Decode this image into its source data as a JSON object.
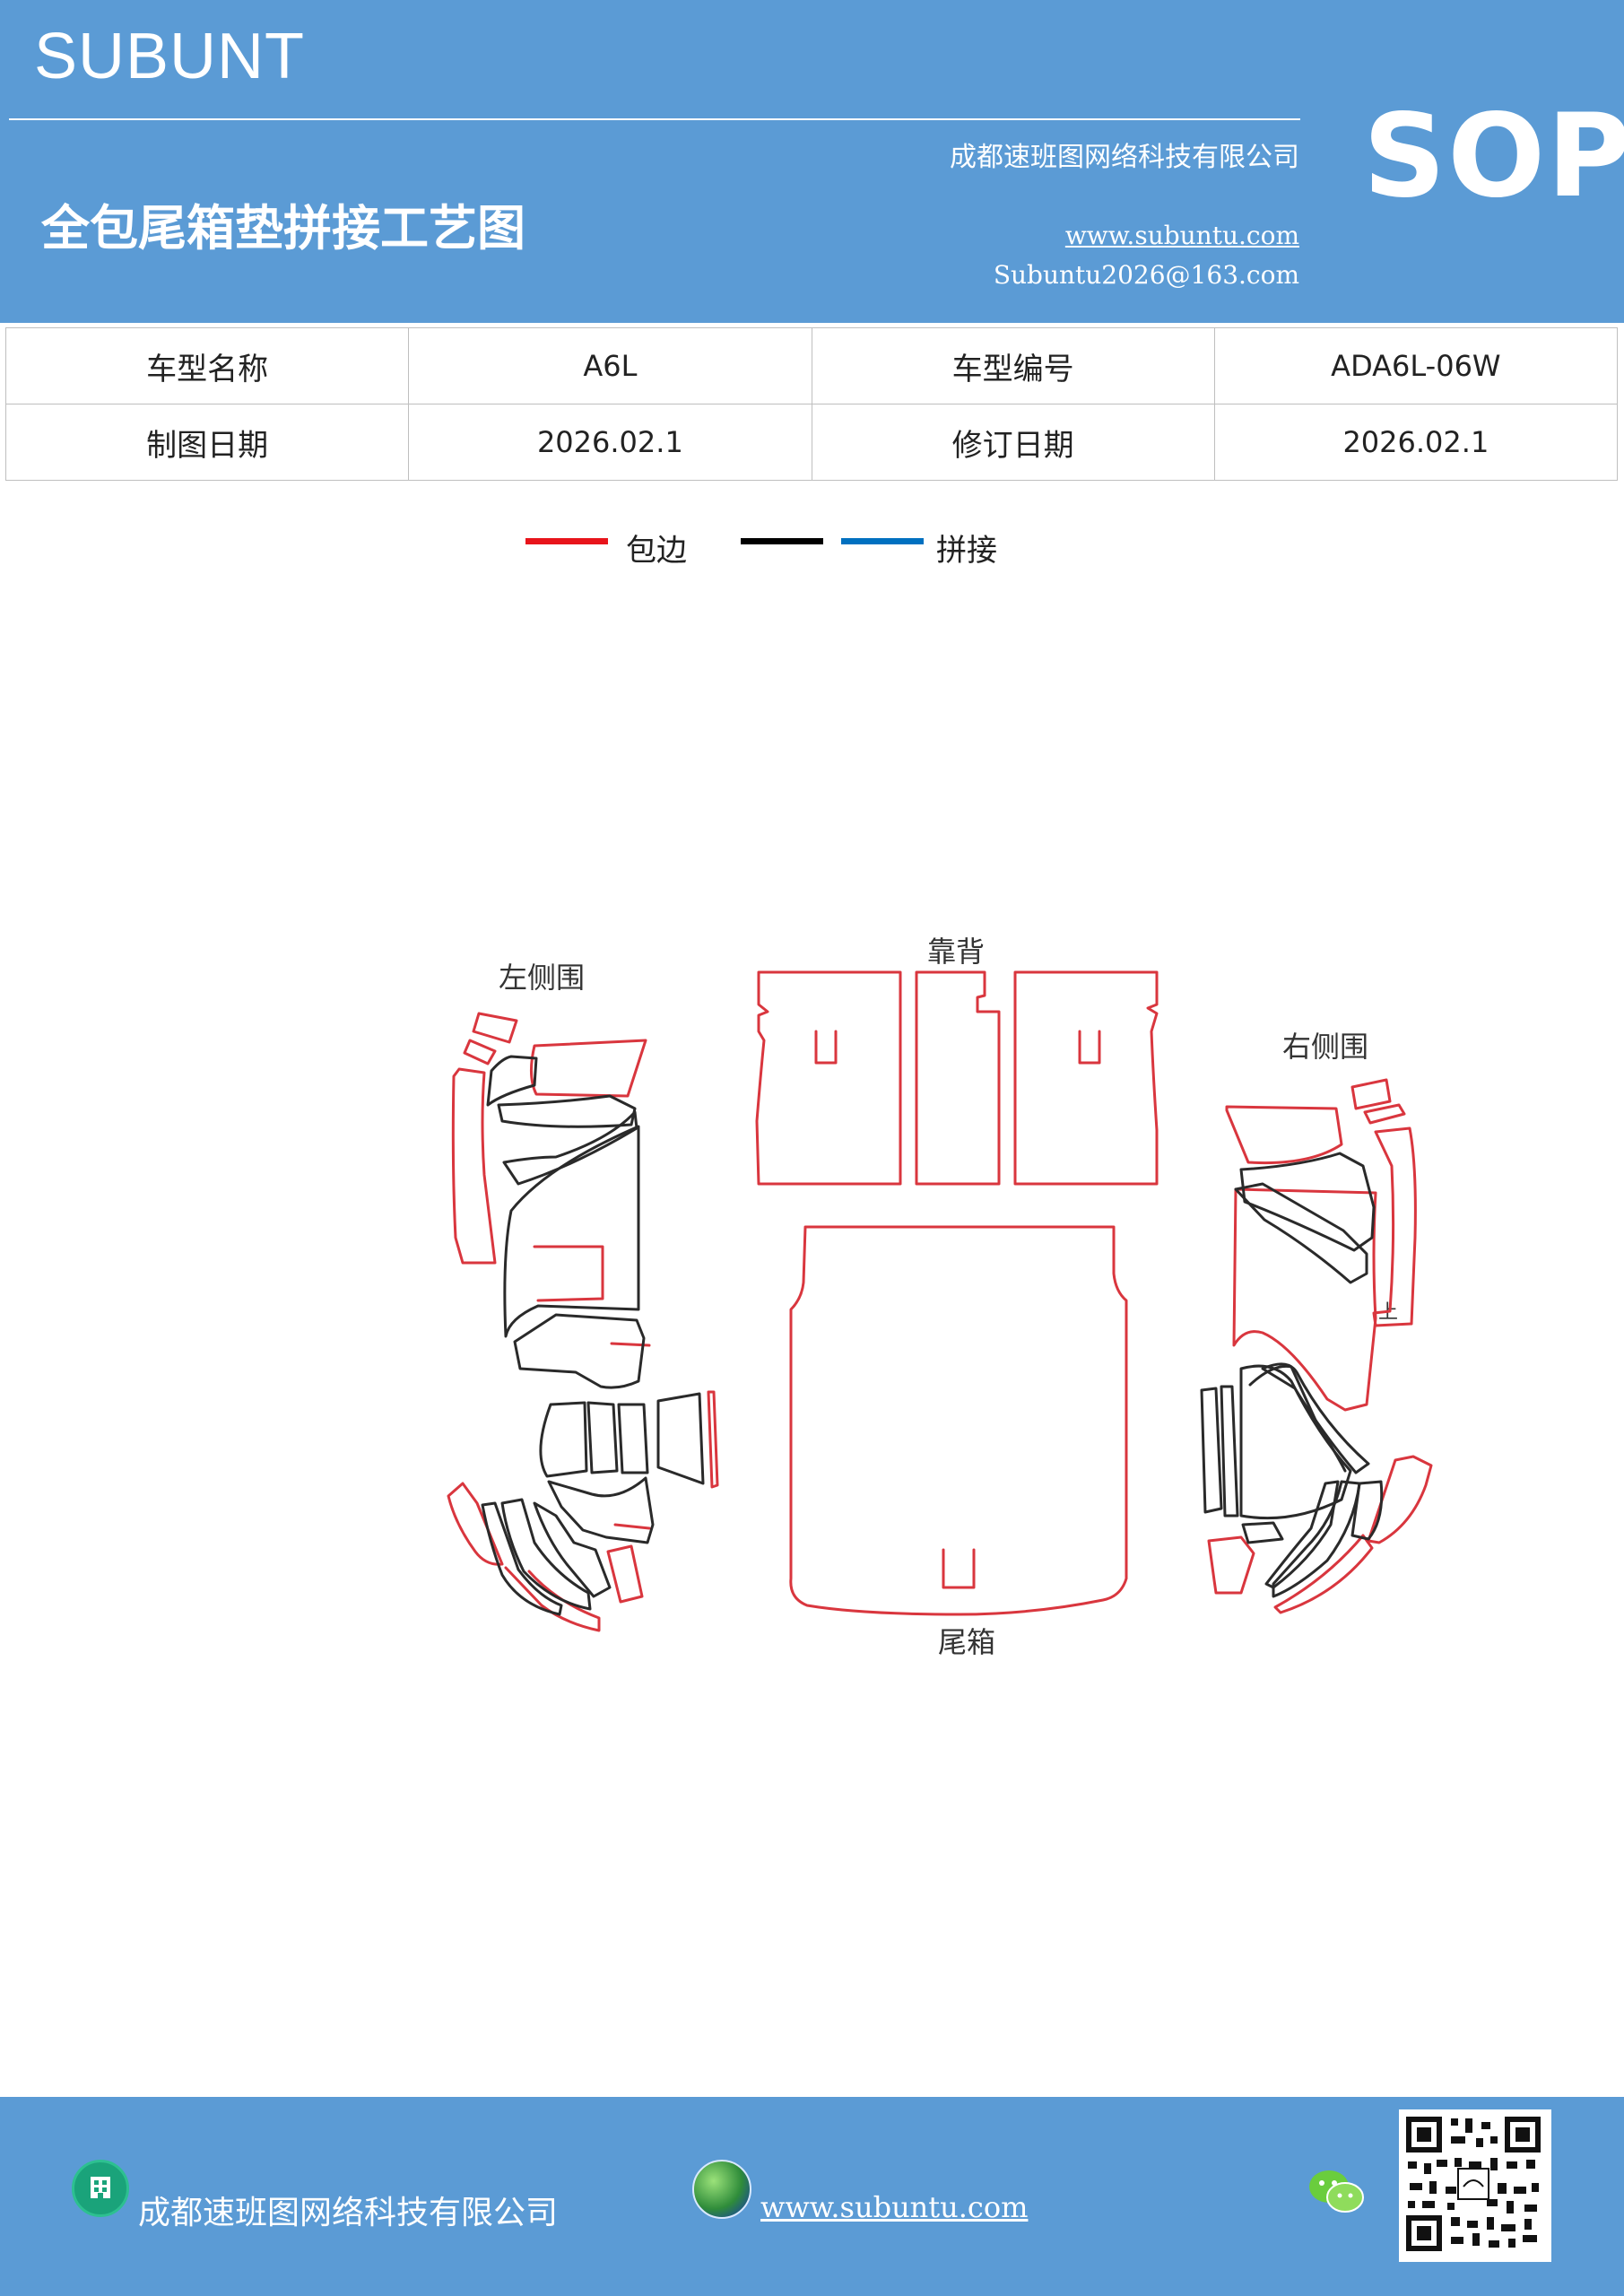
{
  "header": {
    "brand": "SUBUNT",
    "title": "全包尾箱垫拼接工艺图",
    "company": "成都速班图网络科技有限公司",
    "website": "www.subuntu.com",
    "email": "Subuntu2026@163.com",
    "sop": "SOP"
  },
  "info_table": {
    "rows": [
      [
        "车型名称",
        "A6L",
        "车型编号",
        "ADA6L-06W"
      ],
      [
        "制图日期",
        "2026.02.1",
        "修订日期",
        "2026.02.1"
      ]
    ]
  },
  "legend": {
    "items": [
      {
        "label": "包边",
        "color": "#e8141b"
      },
      {
        "label": "",
        "color": "#000000"
      },
      {
        "label": "拼接",
        "color": "#0070c0"
      }
    ]
  },
  "diagram": {
    "labels": {
      "left": "左侧围",
      "back": "靠背",
      "right": "右侧围",
      "trunk": "尾箱",
      "small_mark": "上"
    },
    "colors": {
      "edge": "#d9363e",
      "seam": "#2a2a2a"
    }
  },
  "footer": {
    "company": "成都速班图网络科技有限公司",
    "website": "www.subuntu.com",
    "icons": [
      "building-icon",
      "globe-icon",
      "wechat-icon",
      "qr-code"
    ]
  }
}
